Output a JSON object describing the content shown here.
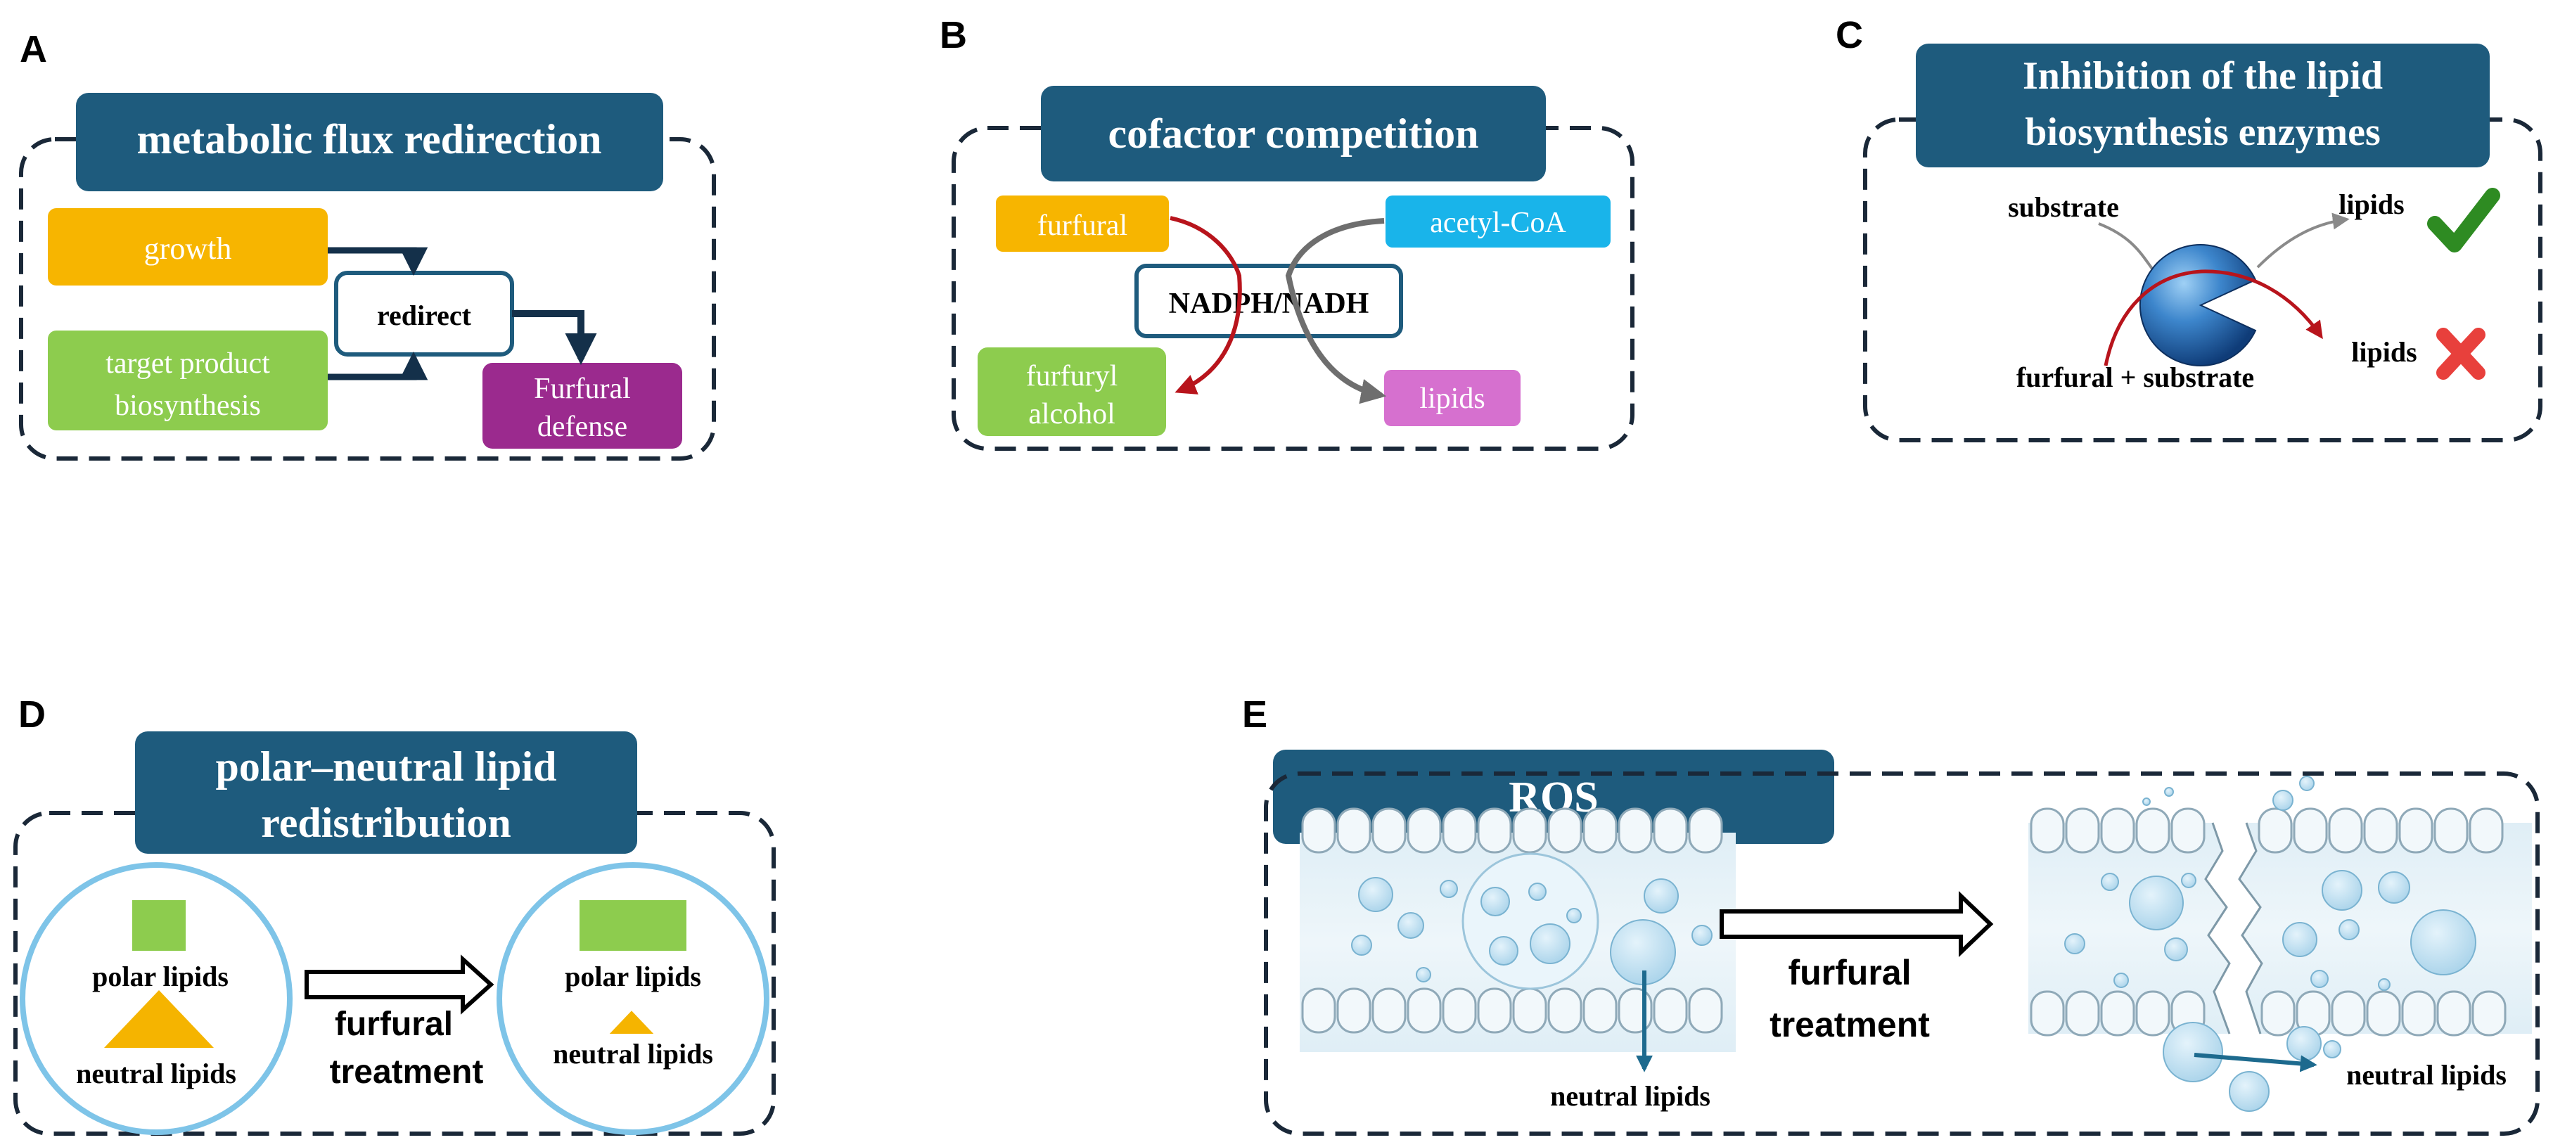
{
  "colors": {
    "title_box": "#1e5b7d",
    "dash": "#1a2838",
    "growth": "#f7b500",
    "target": "#8dcc4e",
    "defense": "#9b2a8e",
    "furfural_box": "#f7b500",
    "acetyl": "#19b4ea",
    "alcohol": "#8dcc4e",
    "lipids_box": "#d670cf",
    "red_arrow": "#b8141c",
    "gray_arrow": "#6e6e6e",
    "green_check": "#2e8b22",
    "red_x": "#e8403c",
    "cell_ring": "#7ec4e8",
    "polar_rect": "#8dcc4e",
    "neutral_tri": "#f5b400",
    "membrane_arrow": "#1d6a8e"
  },
  "panels": {
    "A": {
      "letter": "A",
      "title": "metabolic flux redirection",
      "growth": "growth",
      "target_line1": "target product",
      "target_line2": "biosynthesis",
      "redirect": "redirect",
      "defense_line1": "Furfural",
      "defense_line2": "defense"
    },
    "B": {
      "letter": "B",
      "title": "cofactor competition",
      "furfural": "furfural",
      "acetyl_coa": "acetyl-CoA",
      "center": "NADPH/NADH",
      "alcohol_line1": "furfuryl",
      "alcohol_line2": "alcohol",
      "lipids": "lipids"
    },
    "C": {
      "letter": "C",
      "title_line1": "Inhibition of the lipid",
      "title_line2": "biosynthesis enzymes",
      "substrate": "substrate",
      "lipids_ok": "lipids",
      "lipids_blocked": "lipids",
      "furfural_substrate": "furfural + substrate",
      "check_icon": "check-mark",
      "cross_icon": "x-mark",
      "enzyme_icon": "pacman-enzyme"
    },
    "D": {
      "letter": "D",
      "title_line1": "polar–neutral lipid",
      "title_line2": "redistribution",
      "polar_left": "polar lipids",
      "neutral_left": "neutral lipids",
      "treat_line1": "furfural",
      "treat_line2": "treatment",
      "polar_right": "polar lipids",
      "neutral_right": "neutral lipids",
      "polar_left_amount": 1,
      "neutral_left_amount": 1,
      "polar_right_amount": 2,
      "neutral_right_amount": 0.4
    },
    "E": {
      "letter": "E",
      "title": "ROS",
      "treat_line1": "furfural",
      "treat_line2": "treatment",
      "neutral_left": "neutral lipids",
      "neutral_right": "neutral lipids"
    }
  }
}
